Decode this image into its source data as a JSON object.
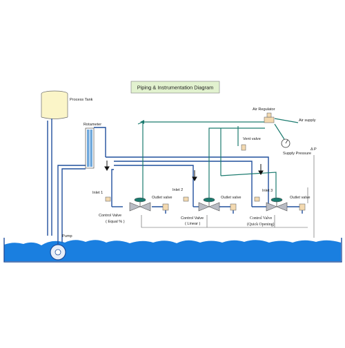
{
  "diagram": {
    "title": "Piping & Instrumentation Diagram",
    "labels": {
      "process_tank": "Process Tank",
      "rotameter": "Rotameter",
      "air_regulator": "Air  Regulator",
      "air_supply": "Air supply",
      "vent_valve": "Vent valve",
      "supply_pressure": "Supply Pressure",
      "delta_p": "Δ P",
      "inlet_1": "Inlet 1",
      "inlet_2": "Inlet 2",
      "inlet_3": "Inlet 3",
      "outlet_valve_1": "Outlet valve",
      "outlet_valve_2": "Outlet valve",
      "outlet_valve_3": "Outlet valve",
      "control_valve_1_line1": "Control Valve",
      "control_valve_1_line2": "( Equal % )",
      "control_valve_2_line1": "Control Valve",
      "control_valve_2_line2": "( Linear )",
      "control_valve_3_line1": "Control Valve",
      "control_valve_3_line2": "(Quick Opening)",
      "pump": "Pump"
    },
    "colors": {
      "pipe_process": "#1f4e9c",
      "pipe_air": "#1a7a6e",
      "water": "#1a7fe0",
      "tank_fill": "#fbf5c8",
      "title_box": "#e2f2cf",
      "valve_body": "#b9bcc4",
      "rotameter_fill": "#6fa8dc"
    }
  }
}
